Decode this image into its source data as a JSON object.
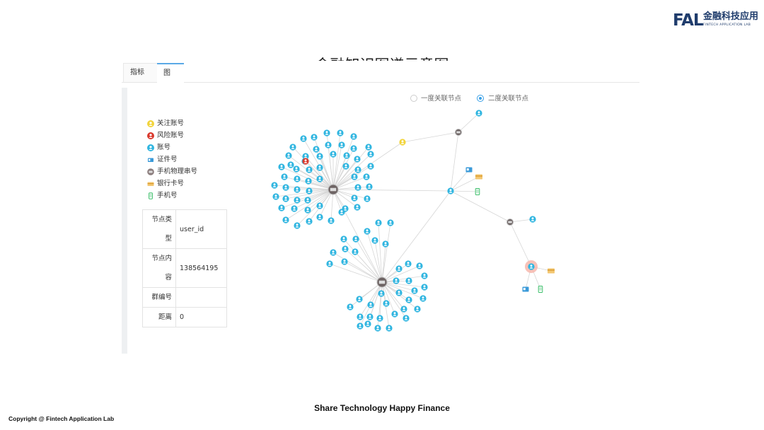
{
  "brand": {
    "logo_text": "FAL",
    "logo_cn": "金融科技应用",
    "logo_en": "FINTECH APPLICATION LAB"
  },
  "slide": {
    "title": "金融知识图谱示意图",
    "slogan": "Share Technology Happy Finance",
    "copyright": "Copyright @ Fintech Application Lab"
  },
  "tabs": [
    {
      "label": "指标",
      "active": false
    },
    {
      "label": "图",
      "active": true
    }
  ],
  "radio_options": [
    {
      "label": "一度关联节点",
      "selected": false
    },
    {
      "label": "二度关联节点",
      "selected": true
    }
  ],
  "legend": [
    {
      "label": "关注账号",
      "icon": "user-yellow-icon",
      "color": "#f2d43a"
    },
    {
      "label": "风险账号",
      "icon": "user-red-icon",
      "color": "#d9382c"
    },
    {
      "label": "账号",
      "icon": "user-blue-icon",
      "color": "#2fb5e0"
    },
    {
      "label": "证件号",
      "icon": "id-card-icon",
      "color": "#3a9ad9"
    },
    {
      "label": "手机物理串号",
      "icon": "device-imei-icon",
      "color": "#8a7c7c"
    },
    {
      "label": "银行卡号",
      "icon": "bank-card-icon",
      "color": "#f3b04a"
    },
    {
      "label": "手机号",
      "icon": "phone-icon",
      "color": "#3cbf6a"
    }
  ],
  "node_info": [
    {
      "key": "节点类型",
      "value": "user_id"
    },
    {
      "key": "节点内容",
      "value": "138564195"
    },
    {
      "key": "群编号",
      "value": ""
    },
    {
      "key": "距离",
      "value": "0"
    }
  ],
  "colors": {
    "account": "#2fb5e0",
    "risk": "#d9382c",
    "watch": "#f2d43a",
    "device": "#8a7c7c",
    "edge": "#d6d6d6",
    "selected_halo": "#f08a7a"
  }
}
